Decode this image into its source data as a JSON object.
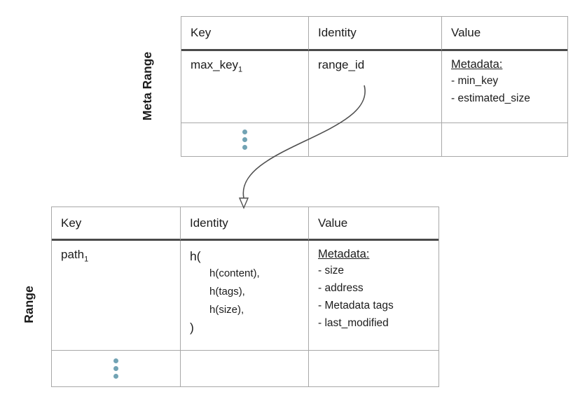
{
  "colors": {
    "border": "#a8a8a8",
    "header_separator": "#4a4a4a",
    "text": "#1c1c1c",
    "dots": "#72a3b4",
    "arrow": "#4f4f4f",
    "background": "#ffffff"
  },
  "meta_range_table": {
    "label": "Meta Range",
    "headers": [
      "Key",
      "Identity",
      "Value"
    ],
    "row": {
      "key_base": "max_key",
      "key_subscript": "1",
      "identity": "range_id",
      "value_title": "Metadata:",
      "value_items": [
        "- min_key",
        "- estimated_size"
      ]
    }
  },
  "range_table": {
    "label": "Range",
    "headers": [
      "Key",
      "Identity",
      "Value"
    ],
    "row": {
      "key_base": "path",
      "key_subscript": "1",
      "identity_open": "h(",
      "identity_args": [
        "h(content),",
        "h(tags),",
        "h(size),"
      ],
      "identity_close": ")",
      "value_title": "Metadata:",
      "value_items": [
        "- size",
        "- address",
        "- Metadata tags",
        "- last_modified"
      ]
    }
  }
}
